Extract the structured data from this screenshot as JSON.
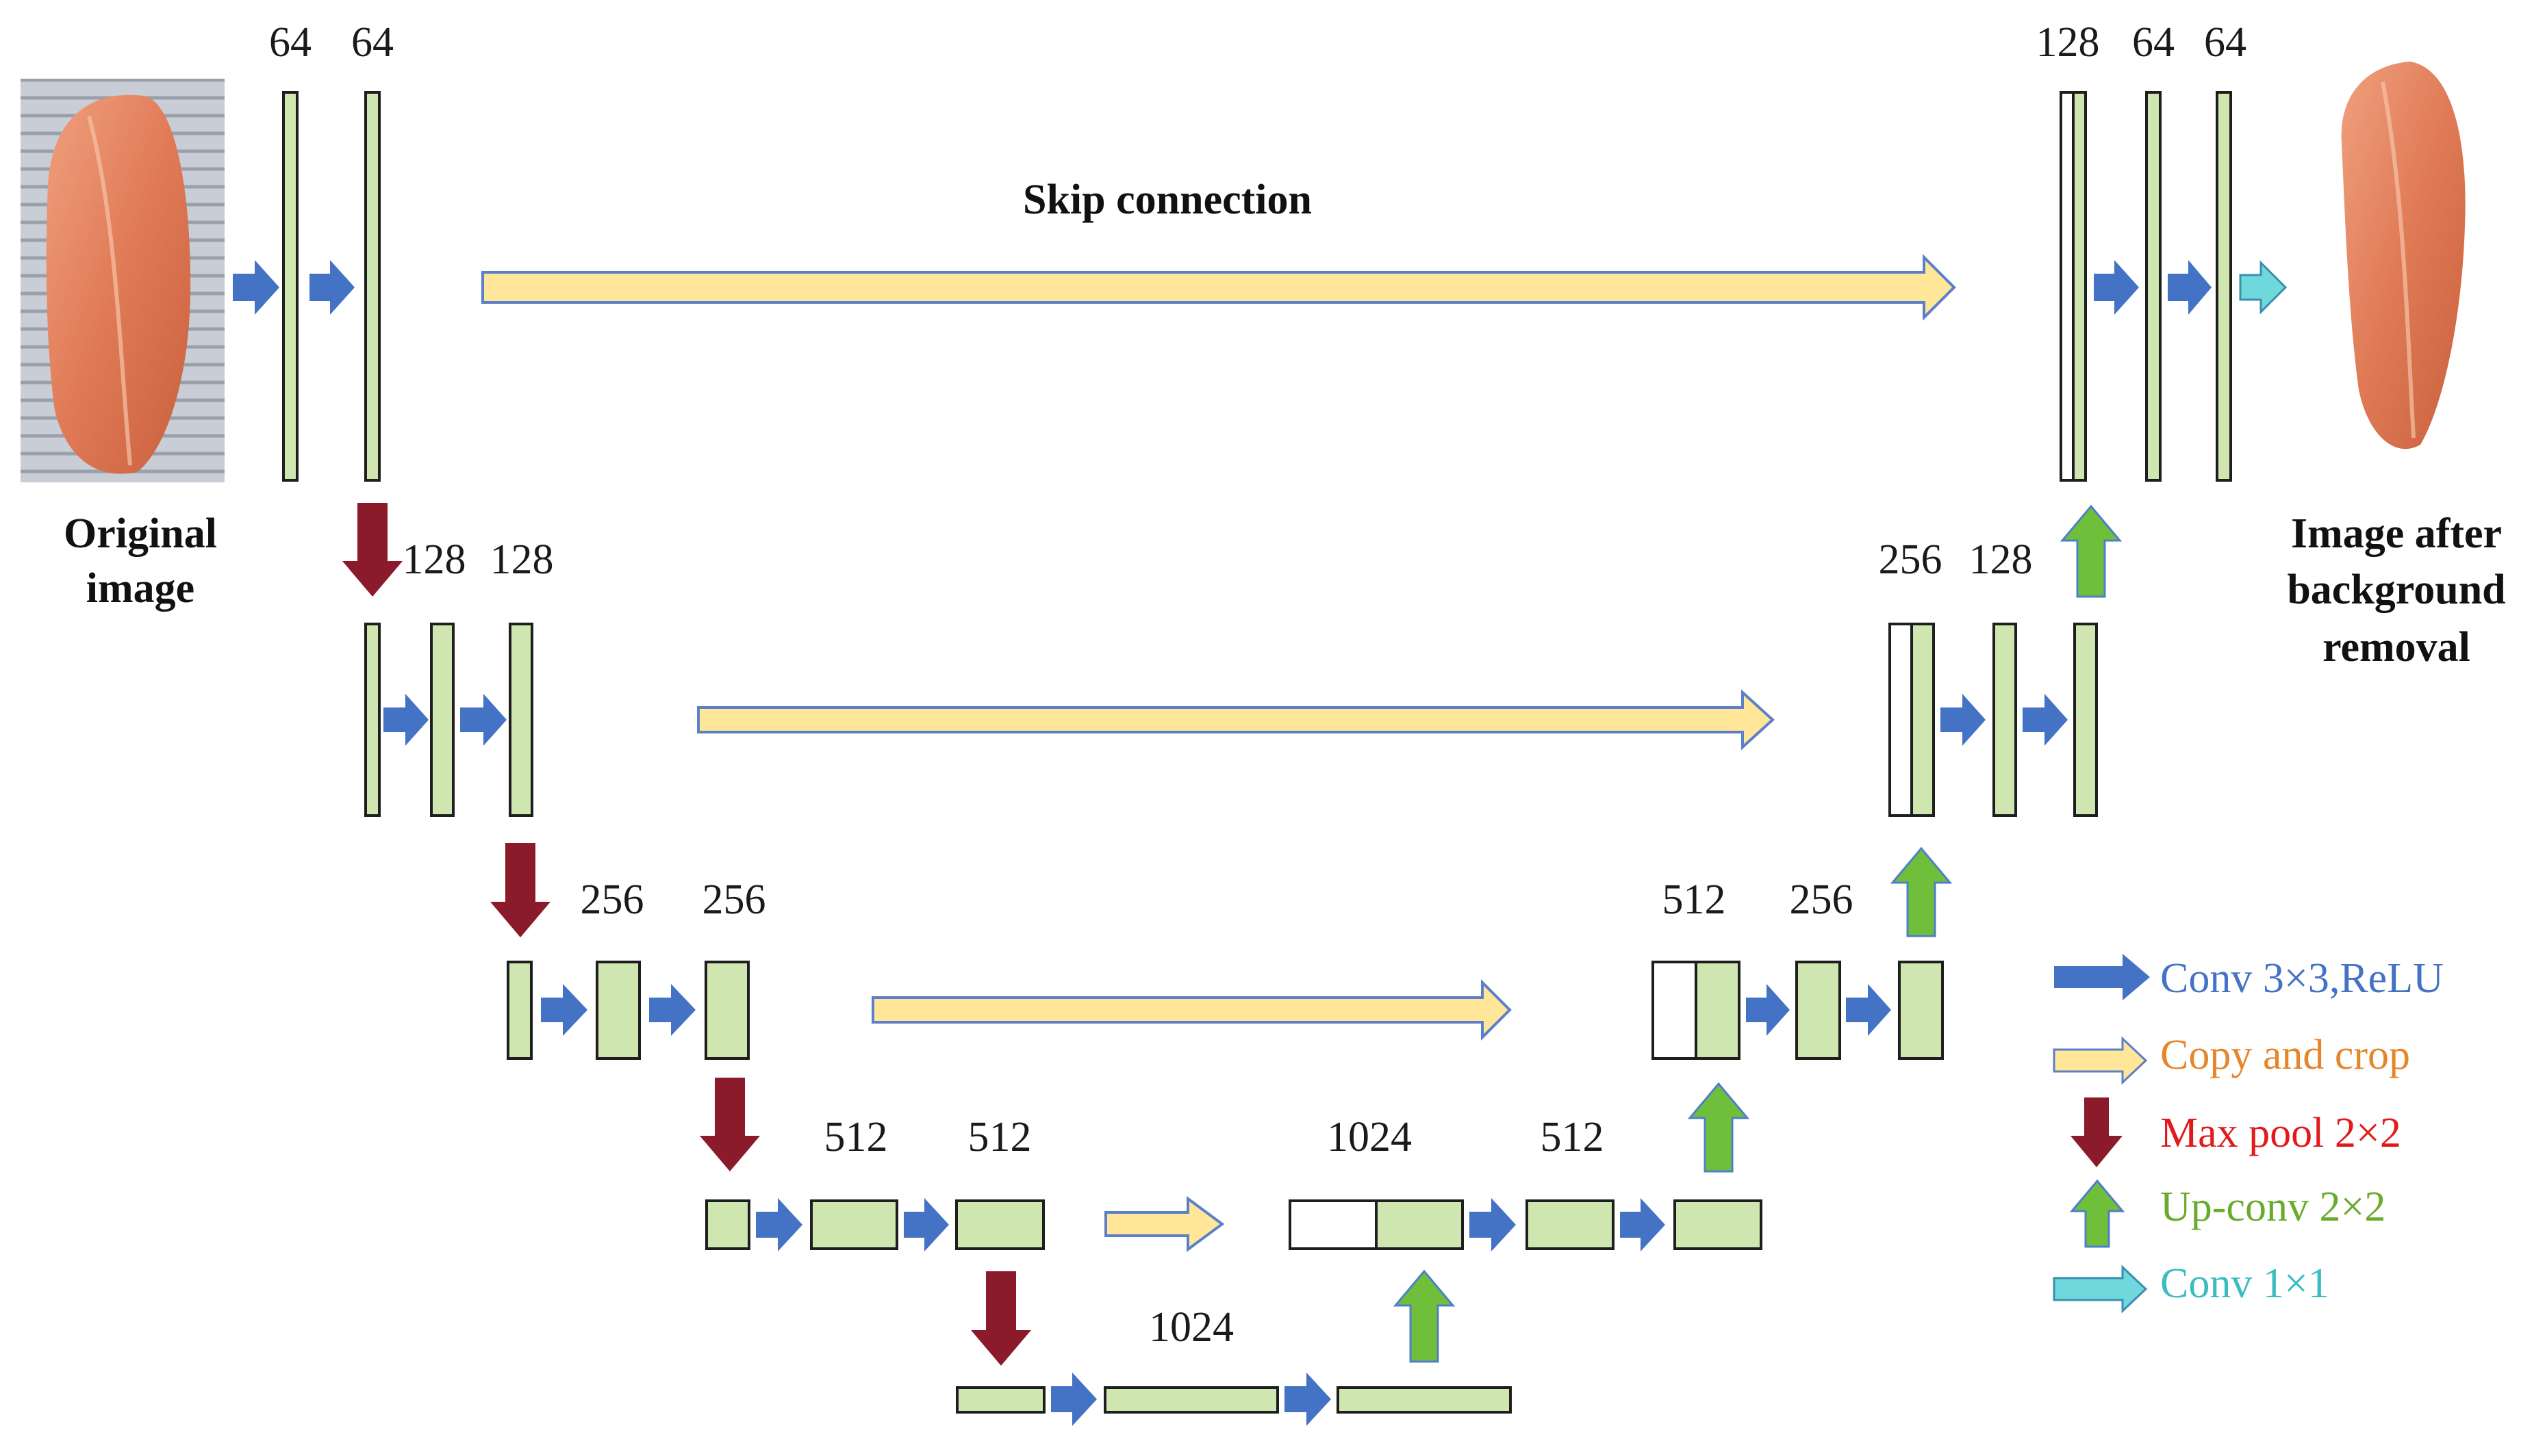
{
  "labels": {
    "skip_connection": "Skip connection",
    "original_image": [
      "Original",
      "image"
    ],
    "output_image": [
      "Image after",
      "background",
      "removal"
    ]
  },
  "channels": {
    "l1_a": "64",
    "l1_b": "64",
    "l2_a": "128",
    "l2_b": "128",
    "l3_a": "256",
    "l3_b": "256",
    "l4_a": "512",
    "l4_b": "512",
    "bottom": "1024",
    "d4_a": "1024",
    "d4_b": "512",
    "d3_a": "512",
    "d3_b": "256",
    "d2_a": "256",
    "d2_b": "128",
    "d1_a": "128",
    "d1_b": "64",
    "d1_c": "64"
  },
  "legend": [
    {
      "label": "Conv 3×3,ReLU",
      "icon": "blue-arrow-icon",
      "color": "#4472c4"
    },
    {
      "label": "Copy and crop",
      "icon": "yellow-arrow-icon",
      "color": "#e6862a"
    },
    {
      "label": "Max pool 2×2",
      "icon": "red-down-arrow-icon",
      "color": "#e31a1c"
    },
    {
      "label": "Up-conv 2×2",
      "icon": "green-up-arrow-icon",
      "color": "#6aaa2e"
    },
    {
      "label": "Conv 1×1",
      "icon": "cyan-arrow-icon",
      "color": "#3bbcc0"
    }
  ],
  "colors": {
    "conv": "#4472c4",
    "copy": "#ffe699",
    "maxpool": "#8b1a2b",
    "upconv": "#70bf3a",
    "conv1x1": "#6fd8dc",
    "feature": "#cfe6b0",
    "fish": "#e88766"
  }
}
